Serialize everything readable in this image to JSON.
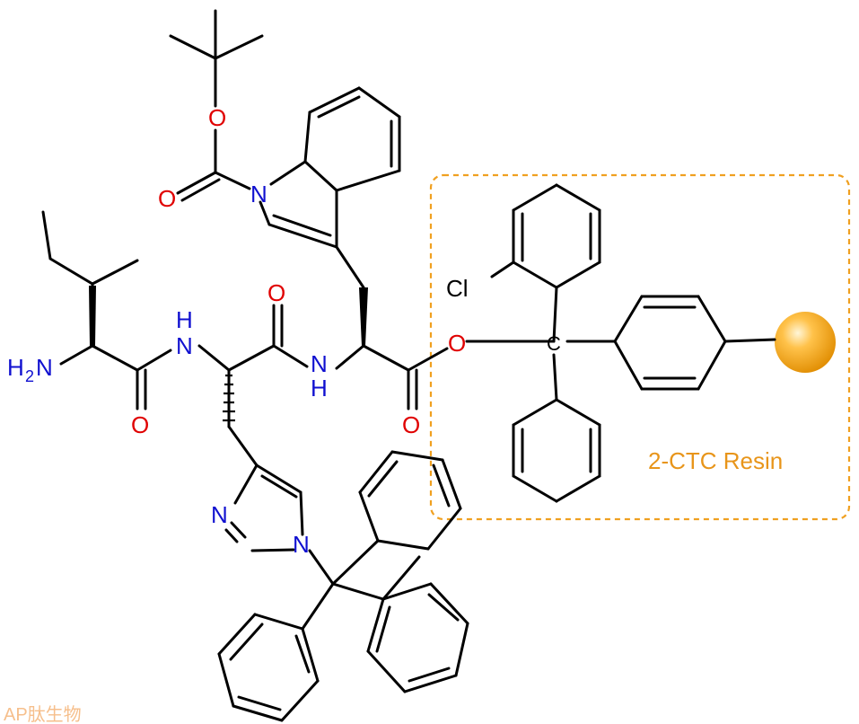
{
  "atoms": {
    "amine_n": "N",
    "amine_h2": "H",
    "amine_h_sub": "2",
    "amide_nh1_h": "H",
    "amide_nh1_n": "N",
    "amide_nh2_n": "N",
    "amide_nh2_h": "H",
    "carbonyl_o1": "O",
    "carbonyl_o2": "O",
    "carbonyl_o3": "O",
    "ester_o": "O",
    "boc_o_ring": "O",
    "boc_o_carbonyl": "O",
    "indole_n": "N",
    "imidazole_n1": "N",
    "imidazole_n3": "N",
    "chloro": "Cl",
    "trityl_c": "C"
  },
  "resin": {
    "label": "2-CTC Resin",
    "bead_color": "#f5a623",
    "box_color": "#f0a020"
  },
  "colors": {
    "nitrogen": "#1010d0",
    "oxygen": "#e00000",
    "carbon": "#000000"
  },
  "watermark": "AP肽生物"
}
